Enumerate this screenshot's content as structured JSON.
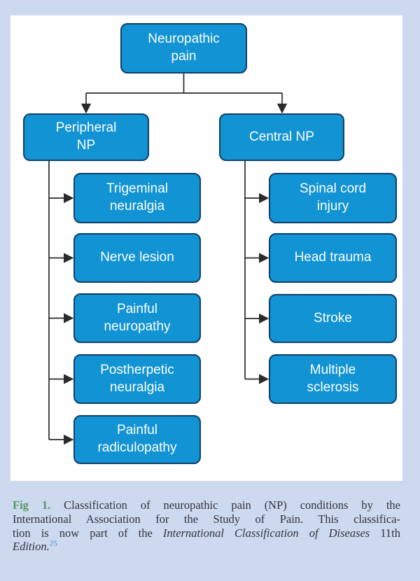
{
  "figure": {
    "type": "flowchart",
    "colors": {
      "page_background": "#cdd9ef",
      "panel_background": "#ffffff",
      "node_fill": "#1193d4",
      "node_border": "#123f68",
      "node_text": "#ffffff",
      "connector": "#2a2a2a",
      "fig_label_green": "#55975c",
      "citation_blue": "#3f8fc0",
      "caption_text": "#32333c"
    }
  },
  "diagram": {
    "root": {
      "label": "Neuropathic\npain"
    },
    "branches": [
      {
        "label": "Peripheral\nNP",
        "children": [
          "Trigeminal\nneuralgia",
          "Nerve lesion",
          "Painful\nneuropathy",
          "Postherpetic\nneuralgia",
          "Painful\nradiculopathy"
        ]
      },
      {
        "label": "Central NP",
        "children": [
          "Spinal cord\ninjury",
          "Head trauma",
          "Stroke",
          "Multiple\nsclerosis"
        ]
      }
    ]
  },
  "caption": {
    "fig_label": "Fig 1.",
    "line1_rest": " Classification of neuropathic pain (NP) conditions by the",
    "line2": "International Association for the Study of Pain. This classifica-",
    "line3_pre": "tion is now part of the ",
    "line3_italic": "International Classification of Diseases",
    "line3_post": " 11th",
    "line4_italic": "Edition.",
    "citation": "25"
  }
}
